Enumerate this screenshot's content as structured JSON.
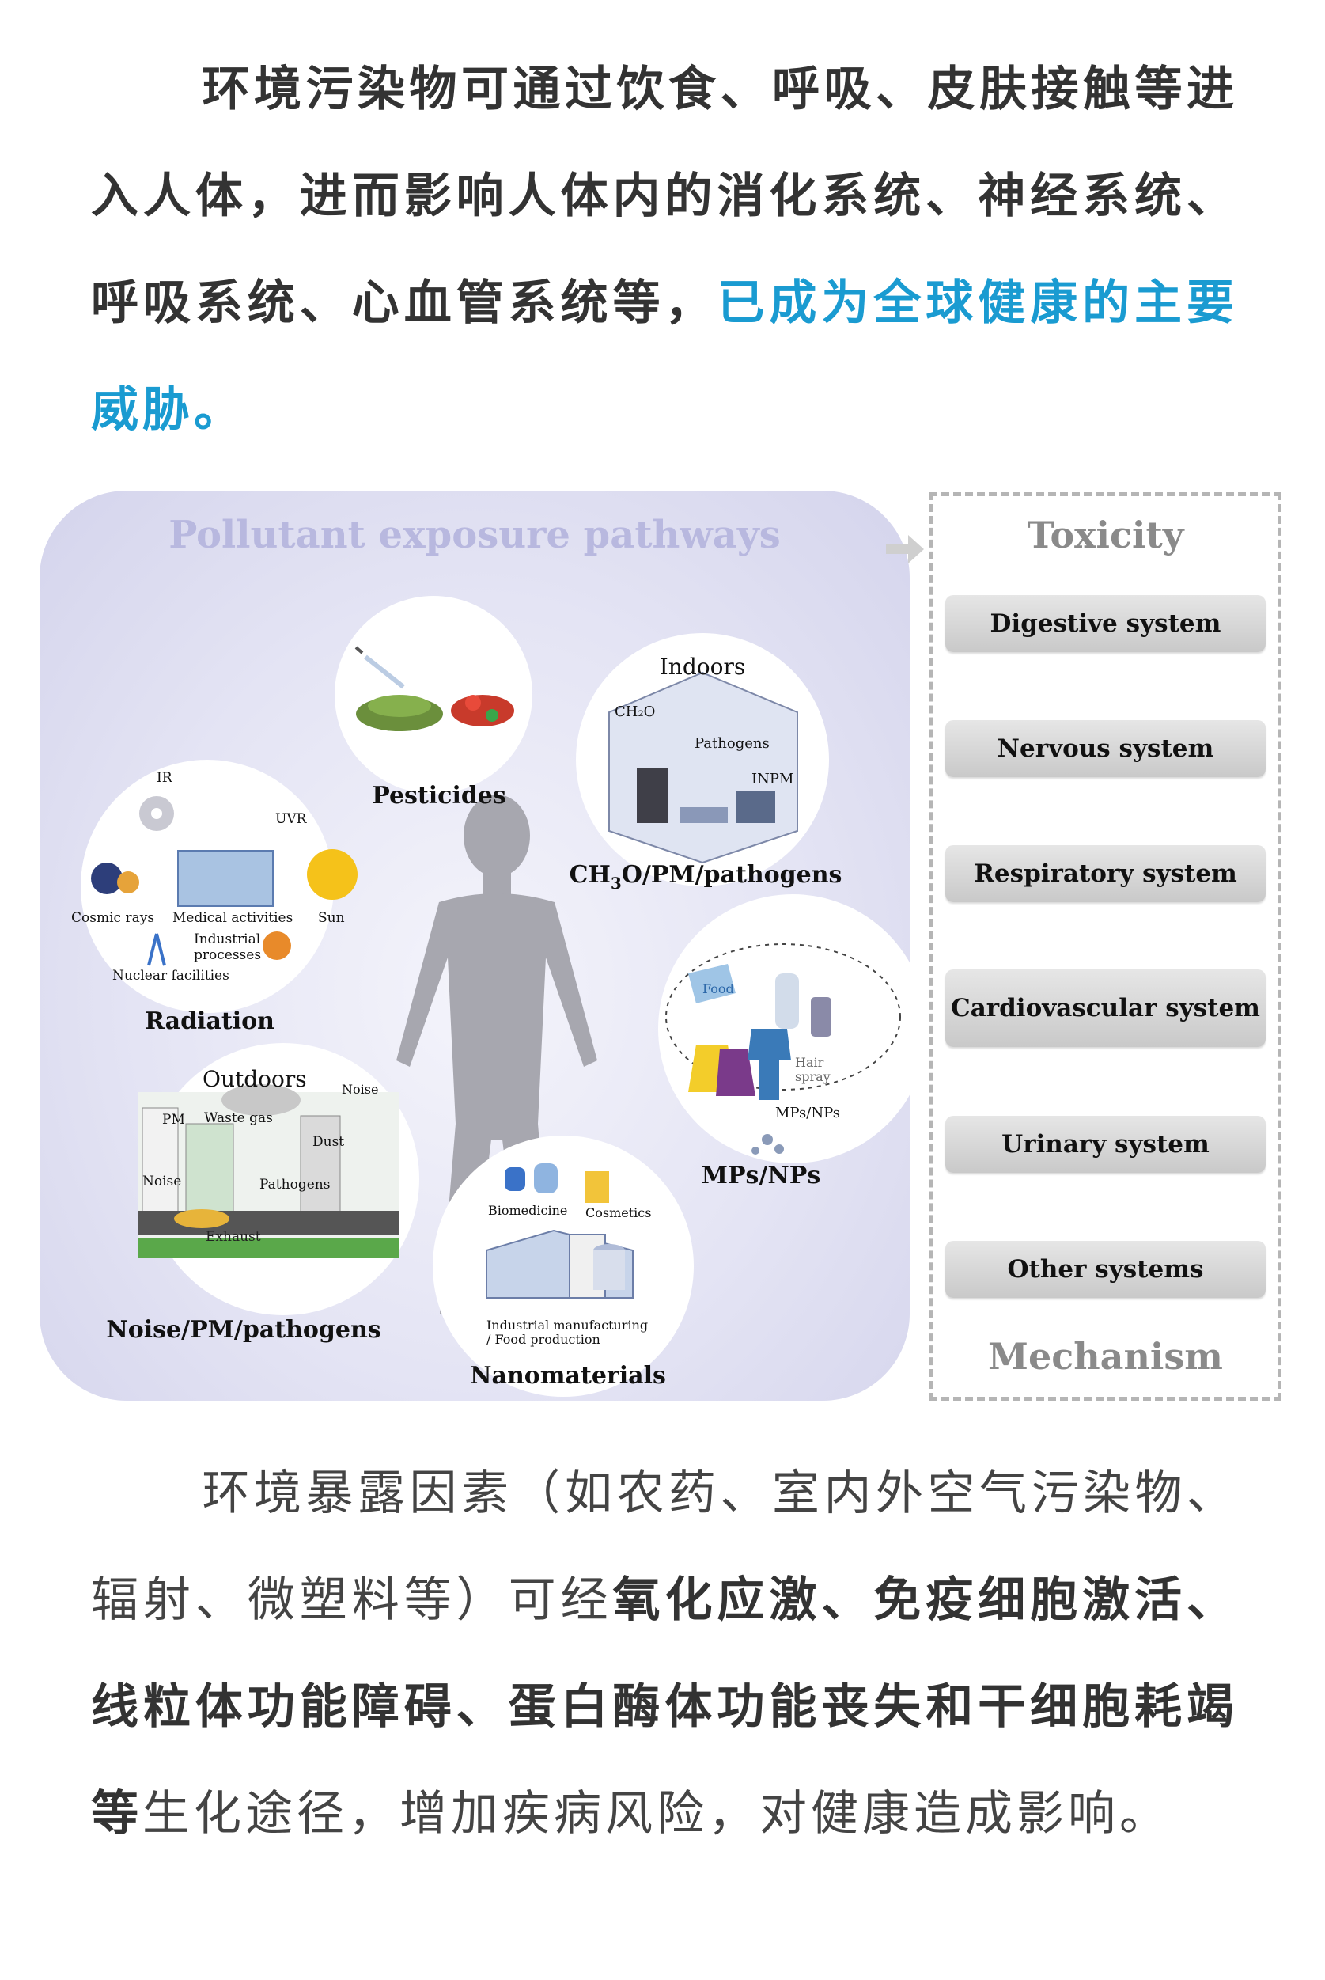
{
  "intro": {
    "text_main": "环境污染物可通过饮食、呼吸、皮肤接触等进入人体，进而影响人体内的消化系统、神经系统、呼吸系统、心血管系统等，",
    "text_highlight": "已成为全球健康的主要威胁。"
  },
  "figure": {
    "title": "Pollutant exposure pathways",
    "pathways": {
      "pesticides": "Pesticides",
      "indoors": {
        "title": "Indoors",
        "ch2o": "CH₂O",
        "pathogens": "Pathogens",
        "inpm": "INPM",
        "caption_pre": "CH",
        "caption_sub": "3",
        "caption_post": "O/PM/pathogens"
      },
      "radiation": {
        "caption": "Radiation",
        "ir": "IR",
        "uvr": "UVR",
        "cosmic": "Cosmic rays",
        "medical": "Medical activities",
        "sun": "Sun",
        "industrial1": "Industrial",
        "industrial2": "processes",
        "nuclear": "Nuclear facilities"
      },
      "outdoors": {
        "title": "Outdoors",
        "noise_top": "Noise",
        "pm": "PM",
        "waste_gas": "Waste gas",
        "dust": "Dust",
        "noise_left": "Noise",
        "pathogens": "Pathogens",
        "exhaust": "Exhaust",
        "caption": "Noise/PM/pathogens"
      },
      "mps": {
        "food": "Food",
        "hair1": "Hair",
        "hair2": "spray",
        "label": "MPs/NPs",
        "caption": "MPs/NPs"
      },
      "nano": {
        "biomedicine": "Biomedicine",
        "cosmetics": "Cosmetics",
        "industrial1": "Industrial manufacturing",
        "industrial2": "/ Food production",
        "caption": "Nanomaterials"
      }
    },
    "toxicity": {
      "title": "Toxicity",
      "systems": [
        "Digestive system",
        "Nervous system",
        "Respiratory system",
        "Cardiovascular system",
        "Urinary system",
        "Other systems"
      ],
      "footer": "Mechanism"
    },
    "colors": {
      "highlight": "#1a9bd1",
      "panel": "#dcdcf0",
      "system_box": "#d4d4d4"
    }
  },
  "outro": {
    "seg1": "环境暴露因素（如农药、室内外空气污染物、辐射、微塑料等）可经",
    "seg2_bold": "氧化应激、免疫细胞激活、线粒体功能障碍、蛋白酶体功能丧失和干细胞耗竭等",
    "seg3": "生化途径，增加疾病风险，对健康造成影响。"
  }
}
